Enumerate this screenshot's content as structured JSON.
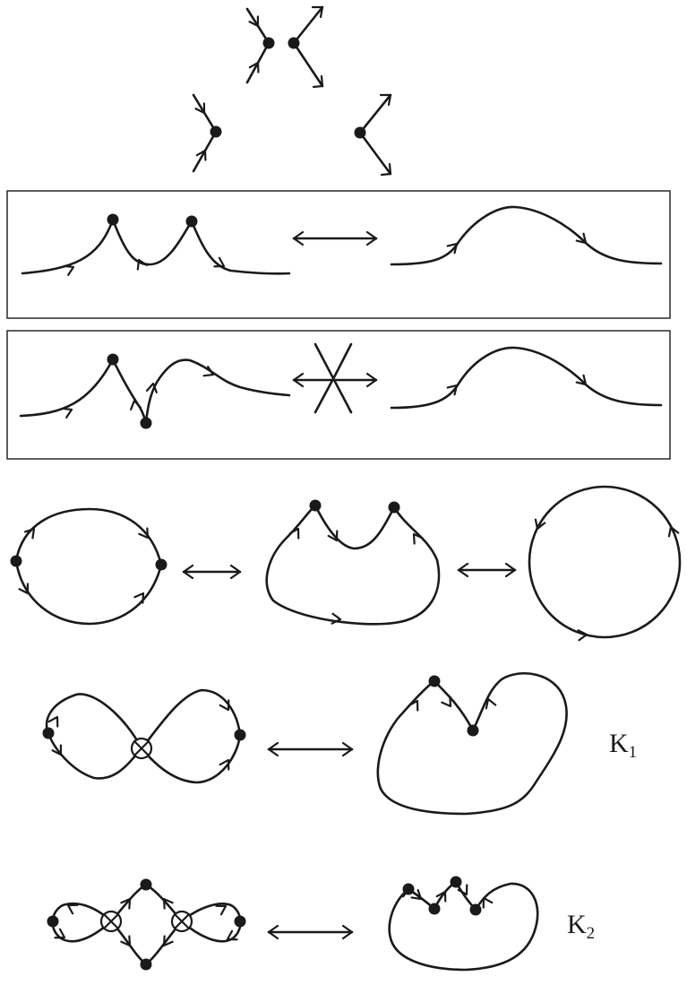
{
  "labels": {
    "k1": {
      "letter": "K",
      "sub": "1"
    },
    "k2": {
      "letter": "K",
      "sub": "2"
    }
  }
}
